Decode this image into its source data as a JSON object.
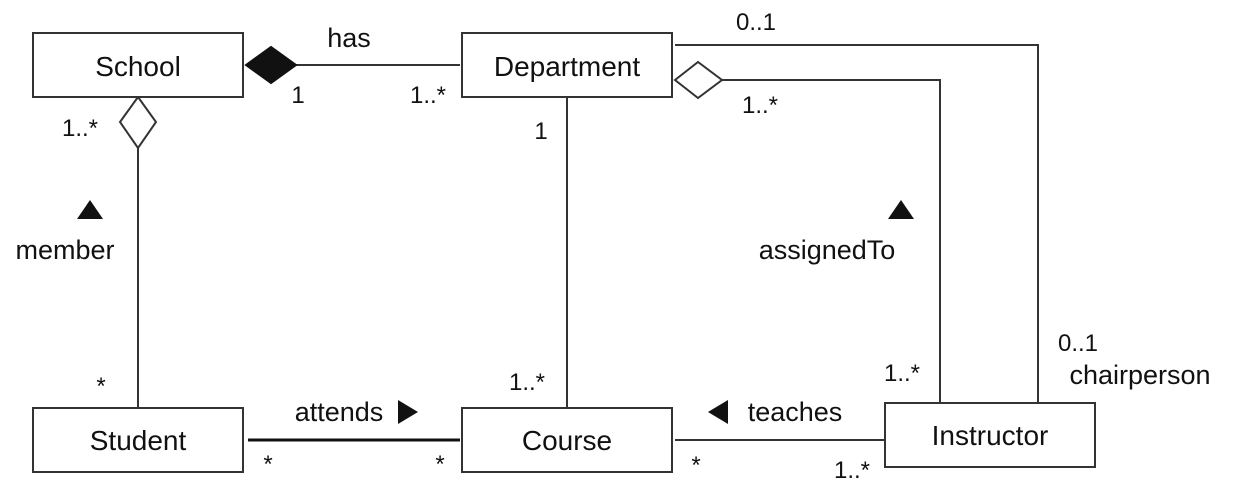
{
  "classes": {
    "school": "School",
    "department": "Department",
    "student": "Student",
    "course": "Course",
    "instructor": "Instructor"
  },
  "associations": {
    "has": "has",
    "member": "member",
    "assigned_to": "assignedTo",
    "attends": "attends",
    "teaches": "teaches",
    "chairperson": "chairperson"
  },
  "multiplicities": {
    "has_school_end": "1",
    "has_department_end": "1..*",
    "member_school_end": "1..*",
    "member_student_end": "*",
    "chair_department_end": "0..1",
    "chair_instructor_end": "0..1",
    "assigned_department_end": "1..*",
    "assigned_instructor_end": "1..*",
    "offers_department_end": "1",
    "offers_course_end": "1..*",
    "attends_student_end": "*",
    "attends_course_end": "*",
    "teaches_course_end": "*",
    "teaches_instructor_end": "1..*"
  }
}
